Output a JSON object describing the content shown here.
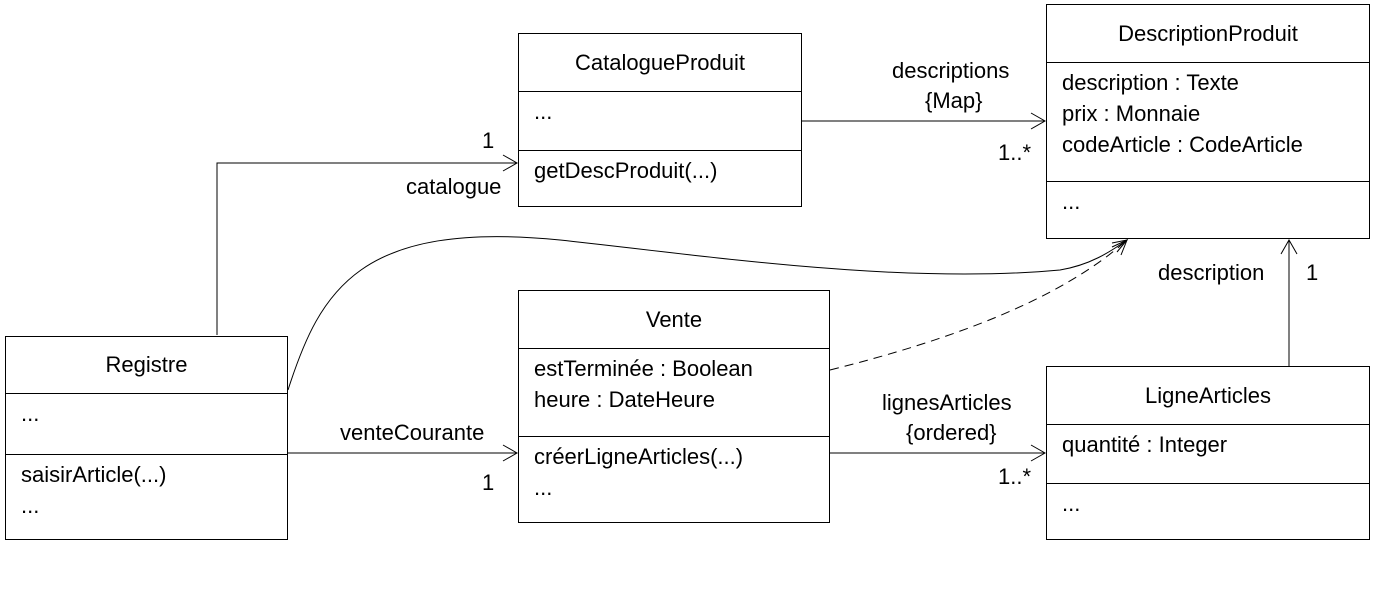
{
  "classes": {
    "catalogue_produit": {
      "name": "CatalogueProduit",
      "attributes": [
        "..."
      ],
      "operations": [
        "getDescProduit(...)"
      ]
    },
    "description_produit": {
      "name": "DescriptionProduit",
      "attributes": [
        "description : Texte",
        "prix : Monnaie",
        "codeArticle : CodeArticle"
      ],
      "operations": [
        "..."
      ]
    },
    "registre": {
      "name": "Registre",
      "attributes": [
        "..."
      ],
      "operations": [
        "saisirArticle(...)",
        "..."
      ]
    },
    "vente": {
      "name": "Vente",
      "attributes": [
        "estTerminée : Boolean",
        "heure : DateHeure"
      ],
      "operations": [
        "créerLigneArticles(...)",
        "..."
      ]
    },
    "ligne_articles": {
      "name": "LigneArticles",
      "attributes": [
        "quantité : Integer"
      ],
      "operations": [
        "..."
      ]
    }
  },
  "associations": {
    "registre_catalogue": {
      "role": "catalogue",
      "multiplicity": "1"
    },
    "catalogue_descriptions": {
      "role": "descriptions",
      "constraint": "{Map}",
      "multiplicity": "1..*"
    },
    "registre_vente": {
      "role": "venteCourante",
      "multiplicity": "1"
    },
    "vente_lignes": {
      "role": "lignesArticles",
      "constraint": "{ordered}",
      "multiplicity": "1..*"
    },
    "ligne_description": {
      "role": "description",
      "multiplicity": "1"
    }
  }
}
